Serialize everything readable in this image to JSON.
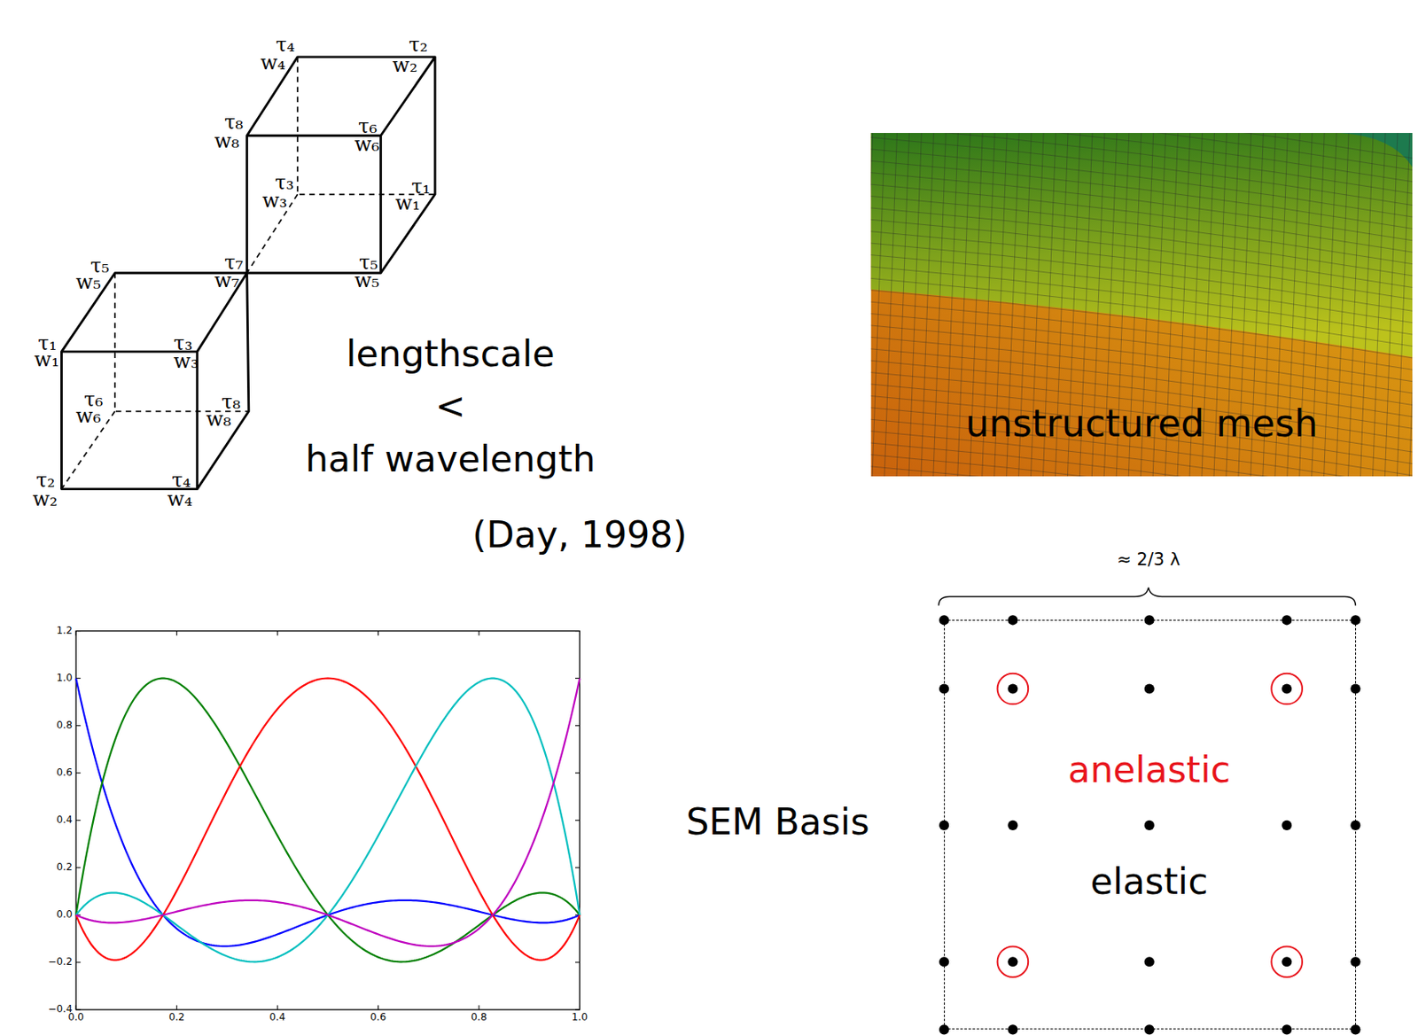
{
  "diagram": {
    "nodes": [
      {
        "text": [
          "unstructured mesh"
        ]
      },
      {
        "text": [
          "anelastic",
          "elastic"
        ]
      }
    ],
    "labels": [
      "τ₄",
      "w₄",
      "τ₂",
      "w₂",
      "τ₈",
      "w₈",
      "τ₆",
      "w₆",
      "τ₃",
      "w₃",
      "τ₁",
      "w₁",
      "τ₇",
      "w₇",
      "τ₅",
      "w₅",
      "τ₅",
      "w₅",
      "τ₁",
      "w₁",
      "τ₃",
      "w₃",
      "τ₆",
      "w₆",
      "τ₈",
      "w₈",
      "τ₂",
      "w₂",
      "τ₄",
      "w₄",
      "lengthscale",
      "<",
      "half wavelength",
      "(Day, 1998)",
      "≈ 2/3 λ",
      "SEM Basis",
      "1.2",
      "1.0",
      "0.8",
      "0.6",
      "0.4",
      "0.2",
      "0.0",
      "−0.2",
      "−0.4",
      "0.0",
      "0.2",
      "0.4",
      "0.6",
      "0.8",
      "1.0"
    ]
  }
}
